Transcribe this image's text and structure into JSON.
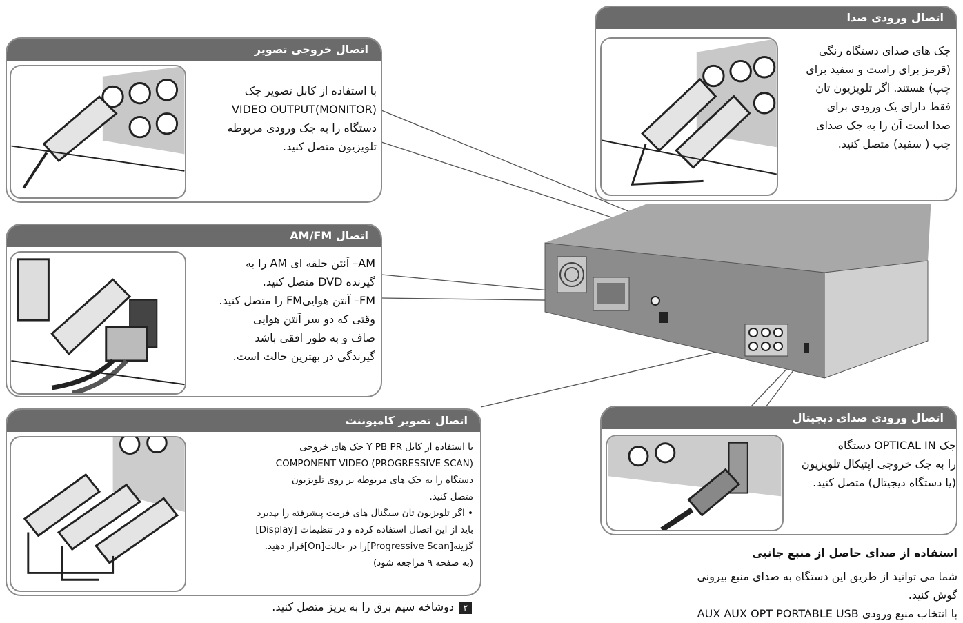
{
  "video_out": {
    "title": "اتصال خروجی تصویر",
    "lines": [
      "با استفاده از کابل تصویر جک",
      "(MONITOR)VIDEO OUTPUT",
      "دستگاه را به جک ورودی مربوطه",
      "تلویزیون متصل کنید."
    ]
  },
  "amfm": {
    "title": "اتصال AM/FM",
    "lines": [
      "AM– آنتن حلقه ای AM را به",
      "گیرنده DVD متصل کنید.",
      "FM– آنتن هواییFM را متصل کنید.",
      "وقتی که دو سر آنتن هوایی",
      "صاف و به طور افقی باشد",
      "گیرندگی در بهترین حالت است."
    ]
  },
  "component": {
    "title": "اتصال تصویر کامپوننت",
    "lines": [
      "با استفاده از کابل Y PB PR جک های خروجی",
      "COMPONENT VIDEO (PROGRESSIVE SCAN)",
      "دستگاه را به جک های مربوطه بر روی تلویزیون",
      "متصل کنید.",
      "• اگر تلویزیون تان سیگنال های فرمت پیشرفته را بپذیرد",
      "باید از این اتصال استفاده کرده و در تنظیمات [Display]",
      "گزینه[Progressive Scan]را در حالت[On]قرار دهید.",
      "(به صفحه ۹ مراجعه شود)"
    ]
  },
  "audio_in": {
    "title": "اتصال ورودی صدا",
    "lines": [
      "جک های صدای دستگاه رنگی",
      "(قرمز برای راست و سفید برای",
      "چپ) هستند. اگر تلویزیون تان",
      "فقط دارای یک ورودی برای",
      "صدا است آن را به جک صدای",
      "چپ ( سفید) متصل کنید."
    ]
  },
  "digital": {
    "title": "اتصال ورودی صدای دیجیتال",
    "lines": [
      "جک OPTICAL IN  دستگاه",
      "را به جک خروجی اپتیکال تلویزیون",
      "(یا دستگاه دیجیتال) متصل کنید."
    ]
  },
  "external": {
    "title": "استفاده از صدای حاصل از منبع جانبی",
    "lines": [
      "شما می توانید از طریق این دستگاه به صدای منبع بیرونی",
      "گوش کنید.",
      "با انتخاب منبع ورودی AUX AUX OPT PORTABLE USB"
    ]
  },
  "step": {
    "number": "۲",
    "text": "دوشاخه سیم برق را به پریز متصل کنید."
  },
  "colors": {
    "header": "#6b6b6b",
    "border": "#8a8a8a",
    "device": "#8c8c8c"
  }
}
